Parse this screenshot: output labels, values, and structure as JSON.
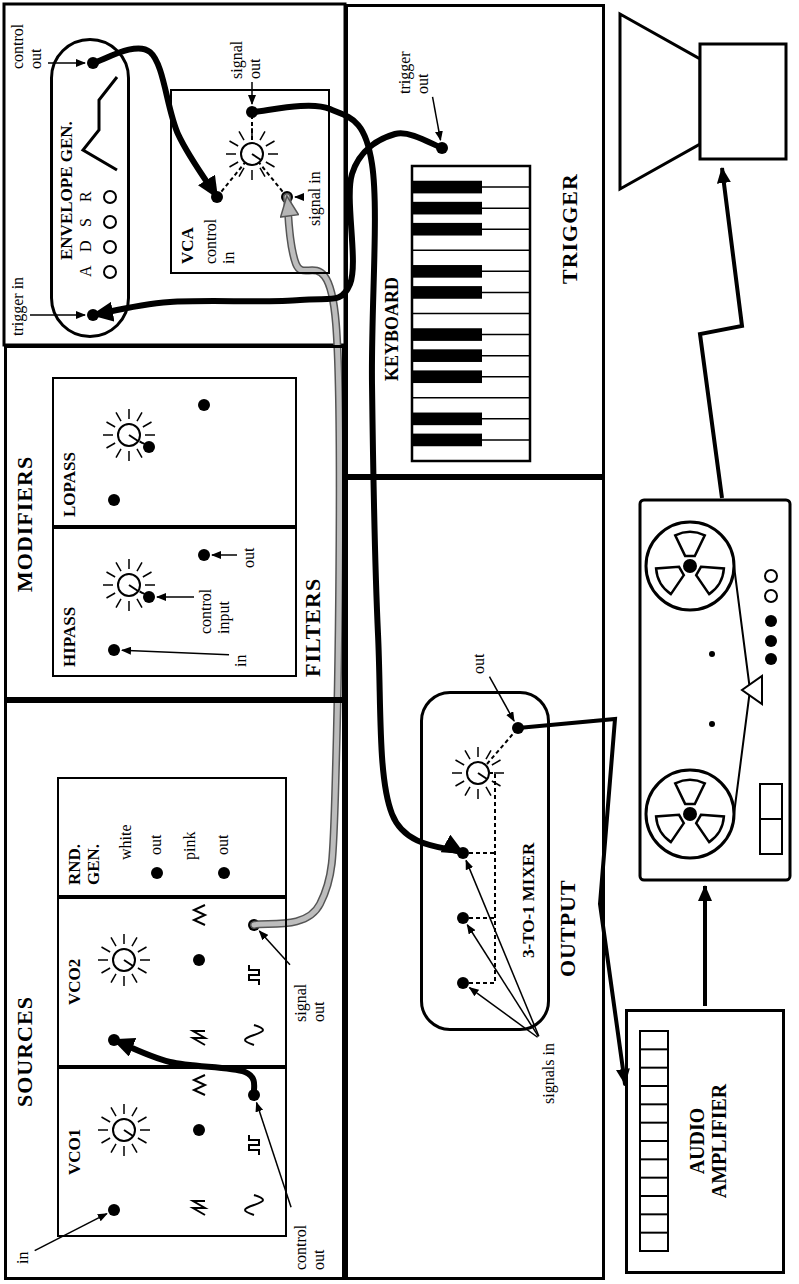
{
  "diagram": {
    "nodes": [
      {
        "text": [
          "SOURCES"
        ]
      },
      {
        "text": [
          "VCO1"
        ],
        "in": 0
      },
      {
        "text": [
          "VCO2"
        ],
        "in": 0
      },
      {
        "text": [
          "RND. GEN."
        ],
        "in": 0
      },
      {
        "text": [
          "MODIFIERS",
          "FILTERS"
        ]
      },
      {
        "text": [
          "HIPASS"
        ],
        "in": 4
      },
      {
        "text": [
          "LOPASS"
        ],
        "in": 4
      },
      {
        "text": [
          "ENVELOPE GEN."
        ]
      },
      {
        "text": [
          "VCA"
        ]
      },
      {
        "text": [
          "OUTPUT"
        ]
      },
      {
        "text": [
          "3-TO-1 MIXER"
        ],
        "in": 9
      },
      {
        "text": [
          "TRIGGER"
        ]
      },
      {
        "text": [
          "KEYBOARD"
        ],
        "in": 11
      },
      {
        "text": [
          "AUDIO AMPLIFIER"
        ]
      }
    ],
    "edges": [
      {
        "from": 1,
        "to": 2,
        "arrow": "to"
      },
      {
        "from": 2,
        "to": 8,
        "arrow": "to"
      },
      {
        "from": 7,
        "to": 8,
        "arrow": "to"
      },
      {
        "from": 12,
        "to": 7,
        "arrow": "to"
      },
      {
        "from": 8,
        "to": 10,
        "arrow": "to"
      },
      {
        "from": 10,
        "to": 13,
        "arrow": "to"
      }
    ],
    "labels": [
      "in",
      "control out",
      "signal out",
      "white",
      "out",
      "pink",
      "out",
      "in",
      "control input",
      "out",
      "control out",
      "A",
      "D",
      "S",
      "R",
      "trigger in",
      "control in",
      "signal in",
      "signal out",
      "trigger out",
      "signals in",
      "out"
    ]
  }
}
